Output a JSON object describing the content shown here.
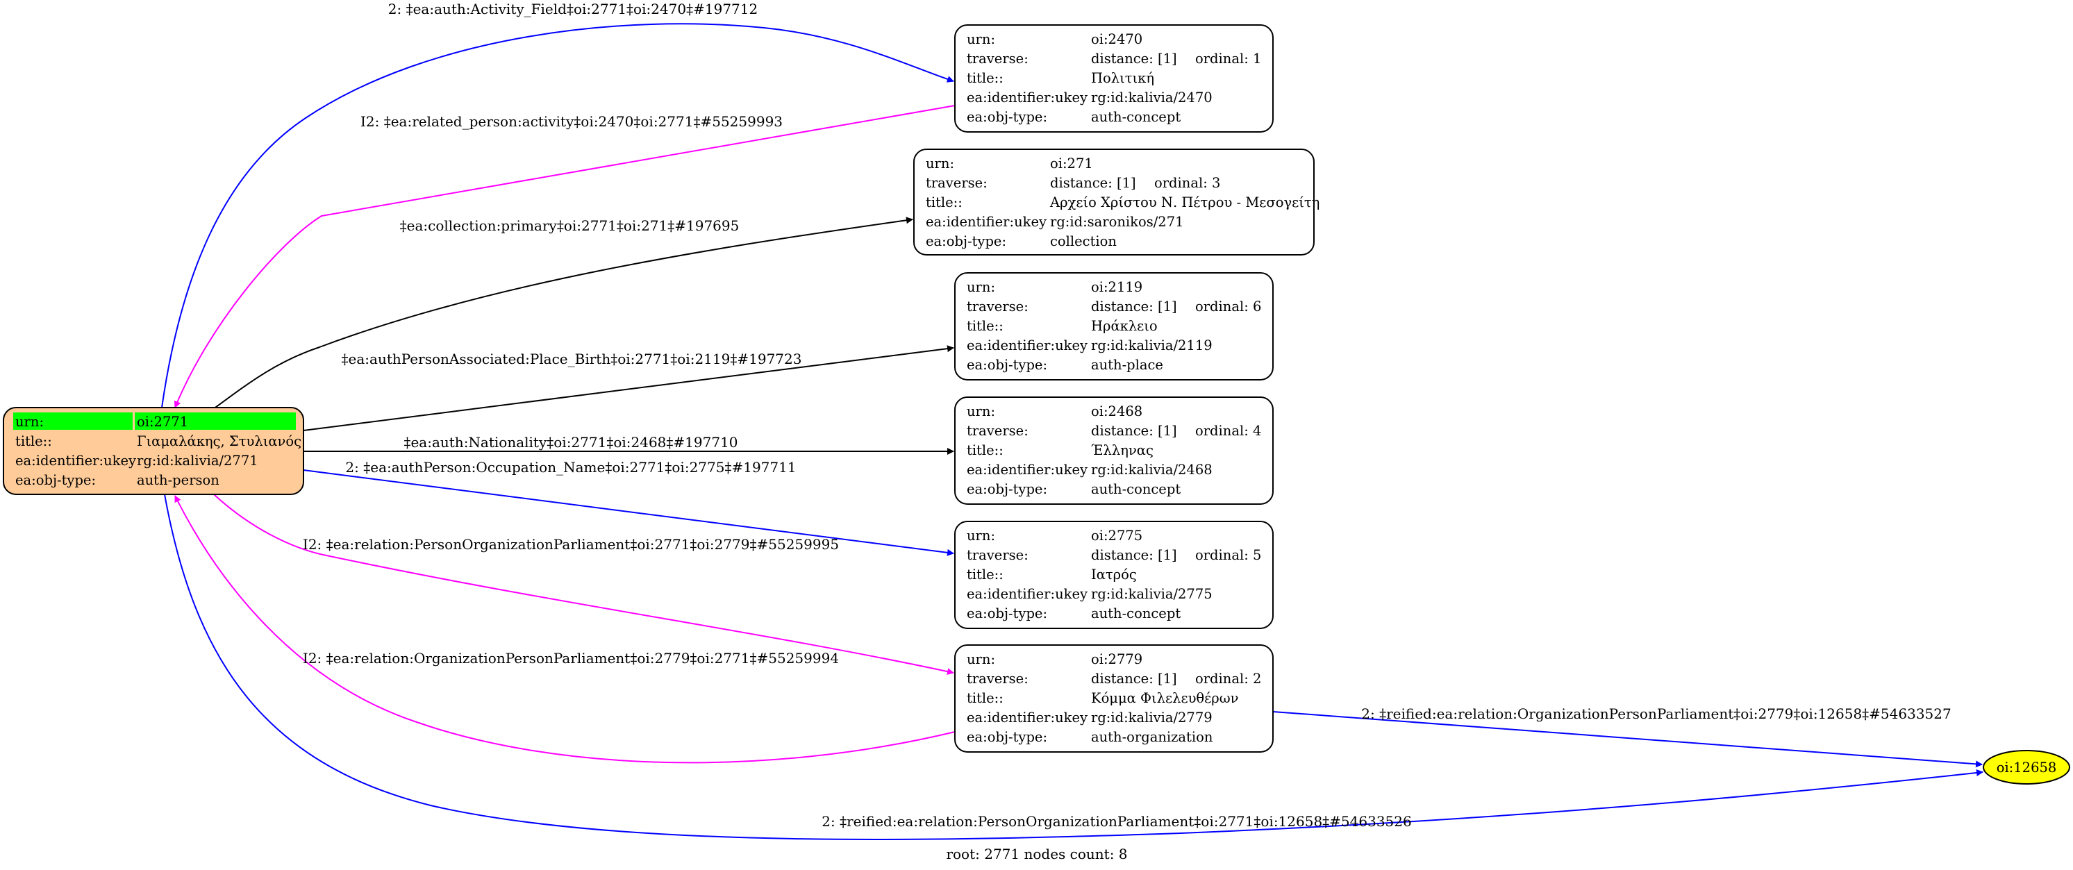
{
  "graph": {
    "root": {
      "id": "oi:2771",
      "fill": "#ffcc99",
      "highlight": "#00ff00",
      "rows": [
        {
          "key": "urn:",
          "value": "oi:2771"
        },
        {
          "key": "title::",
          "value": "Γιαμαλάκης, Στυλιανός"
        },
        {
          "key": "ea:identifier:ukey",
          "value": "rg:id:kalivia/2771"
        },
        {
          "key": "ea:obj-type:",
          "value": "auth-person"
        }
      ]
    },
    "nodes": [
      {
        "id": "oi:2470",
        "urn": "oi:2470",
        "distance": "distance: [1]",
        "ordinal": "ordinal: 1",
        "title": "Πολιτική",
        "ukey": "rg:id:kalivia/2470",
        "obj_type": "auth-concept"
      },
      {
        "id": "oi:271",
        "urn": "oi:271",
        "distance": "distance: [1]",
        "ordinal": "ordinal: 3",
        "title": "Αρχείο Χρίστου Ν. Πέτρου - Μεσογείτη",
        "ukey": "rg:id:saronikos/271",
        "obj_type": "collection"
      },
      {
        "id": "oi:2119",
        "urn": "oi:2119",
        "distance": "distance: [1]",
        "ordinal": "ordinal: 6",
        "title": "Ηράκλειο",
        "ukey": "rg:id:kalivia/2119",
        "obj_type": "auth-place"
      },
      {
        "id": "oi:2468",
        "urn": "oi:2468",
        "distance": "distance: [1]",
        "ordinal": "ordinal: 4",
        "title": "Έλληνας",
        "ukey": "rg:id:kalivia/2468",
        "obj_type": "auth-concept"
      },
      {
        "id": "oi:2775",
        "urn": "oi:2775",
        "distance": "distance: [1]",
        "ordinal": "ordinal: 5",
        "title": "Ιατρός",
        "ukey": "rg:id:kalivia/2775",
        "obj_type": "auth-concept"
      },
      {
        "id": "oi:2779",
        "urn": "oi:2779",
        "distance": "distance: [1]",
        "ordinal": "ordinal: 2",
        "title": "Κόμμα Φιλελευθέρων",
        "ukey": "rg:id:kalivia/2779",
        "obj_type": "auth-organization"
      }
    ],
    "row_keys": {
      "urn": "urn:",
      "traverse": "traverse:",
      "title": "title::",
      "ukey": "ea:identifier:ukey",
      "obj_type": "ea:obj-type:"
    },
    "ellipse_node": {
      "id": "oi:12658",
      "label": "oi:12658",
      "fill": "#ffff00"
    },
    "edges": [
      {
        "from": "oi:2771",
        "to": "oi:2470",
        "color": "#0000ff",
        "label": "2: ‡ea:auth:Activity_Field‡oi:2771‡oi:2470‡#197712"
      },
      {
        "from": "oi:2470",
        "to": "oi:2771",
        "color": "#ff00ff",
        "label": "I2: ‡ea:related_person:activity‡oi:2470‡oi:2771‡#55259993"
      },
      {
        "from": "oi:2771",
        "to": "oi:271",
        "color": "#000000",
        "label": "‡ea:collection:primary‡oi:2771‡oi:271‡#197695"
      },
      {
        "from": "oi:2771",
        "to": "oi:2119",
        "color": "#000000",
        "label": "‡ea:authPersonAssociated:Place_Birth‡oi:2771‡oi:2119‡#197723"
      },
      {
        "from": "oi:2771",
        "to": "oi:2468",
        "color": "#000000",
        "label": "‡ea:auth:Nationality‡oi:2771‡oi:2468‡#197710"
      },
      {
        "from": "oi:2771",
        "to": "oi:2775",
        "color": "#0000ff",
        "label": "2: ‡ea:authPerson:Occupation_Name‡oi:2771‡oi:2775‡#197711"
      },
      {
        "from": "oi:2771",
        "to": "oi:2779",
        "color": "#ff00ff",
        "label": "I2: ‡ea:relation:PersonOrganizationParliament‡oi:2771‡oi:2779‡#55259995"
      },
      {
        "from": "oi:2779",
        "to": "oi:2771",
        "color": "#ff00ff",
        "label": "I2: ‡ea:relation:OrganizationPersonParliament‡oi:2779‡oi:2771‡#55259994"
      },
      {
        "from": "oi:2779",
        "to": "oi:12658",
        "color": "#0000ff",
        "label": "2: ‡reified:ea:relation:OrganizationPersonParliament‡oi:2779‡oi:12658‡#54633527"
      },
      {
        "from": "oi:2771",
        "to": "oi:12658",
        "color": "#0000ff",
        "label": "2: ‡reified:ea:relation:PersonOrganizationParliament‡oi:2771‡oi:12658‡#54633526"
      }
    ],
    "footer": "root: 2771 nodes count: 8"
  }
}
